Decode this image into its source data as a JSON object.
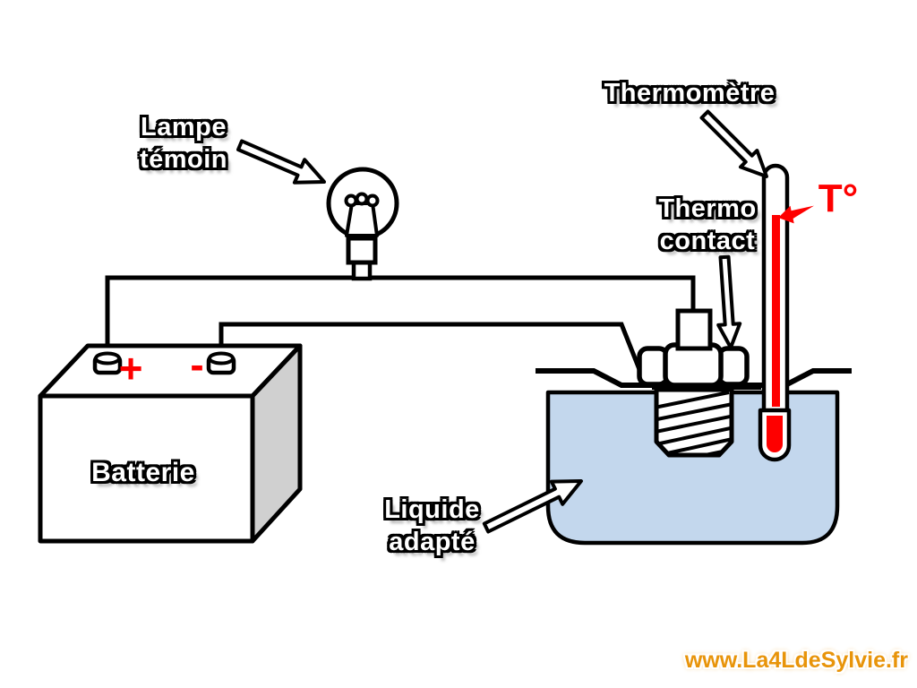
{
  "labels": {
    "lamp_line1": "Lampe",
    "lamp_line2": "témoin",
    "thermometer": "Thermomètre",
    "thermo_contact_line1": "Thermo",
    "thermo_contact_line2": "contact",
    "battery": "Batterie",
    "liquid_line1": "Liquide",
    "liquid_line2": "adapté",
    "temperature": "T°",
    "battery_plus": "+",
    "battery_minus": "-"
  },
  "watermark": {
    "text": "www.La4LdeSylvie.fr"
  },
  "colors": {
    "outline": "#000000",
    "red": "#fe0000",
    "liquid": "#c3d7ed",
    "battery_side": "#d0d0d0",
    "background": "#ffffff"
  }
}
